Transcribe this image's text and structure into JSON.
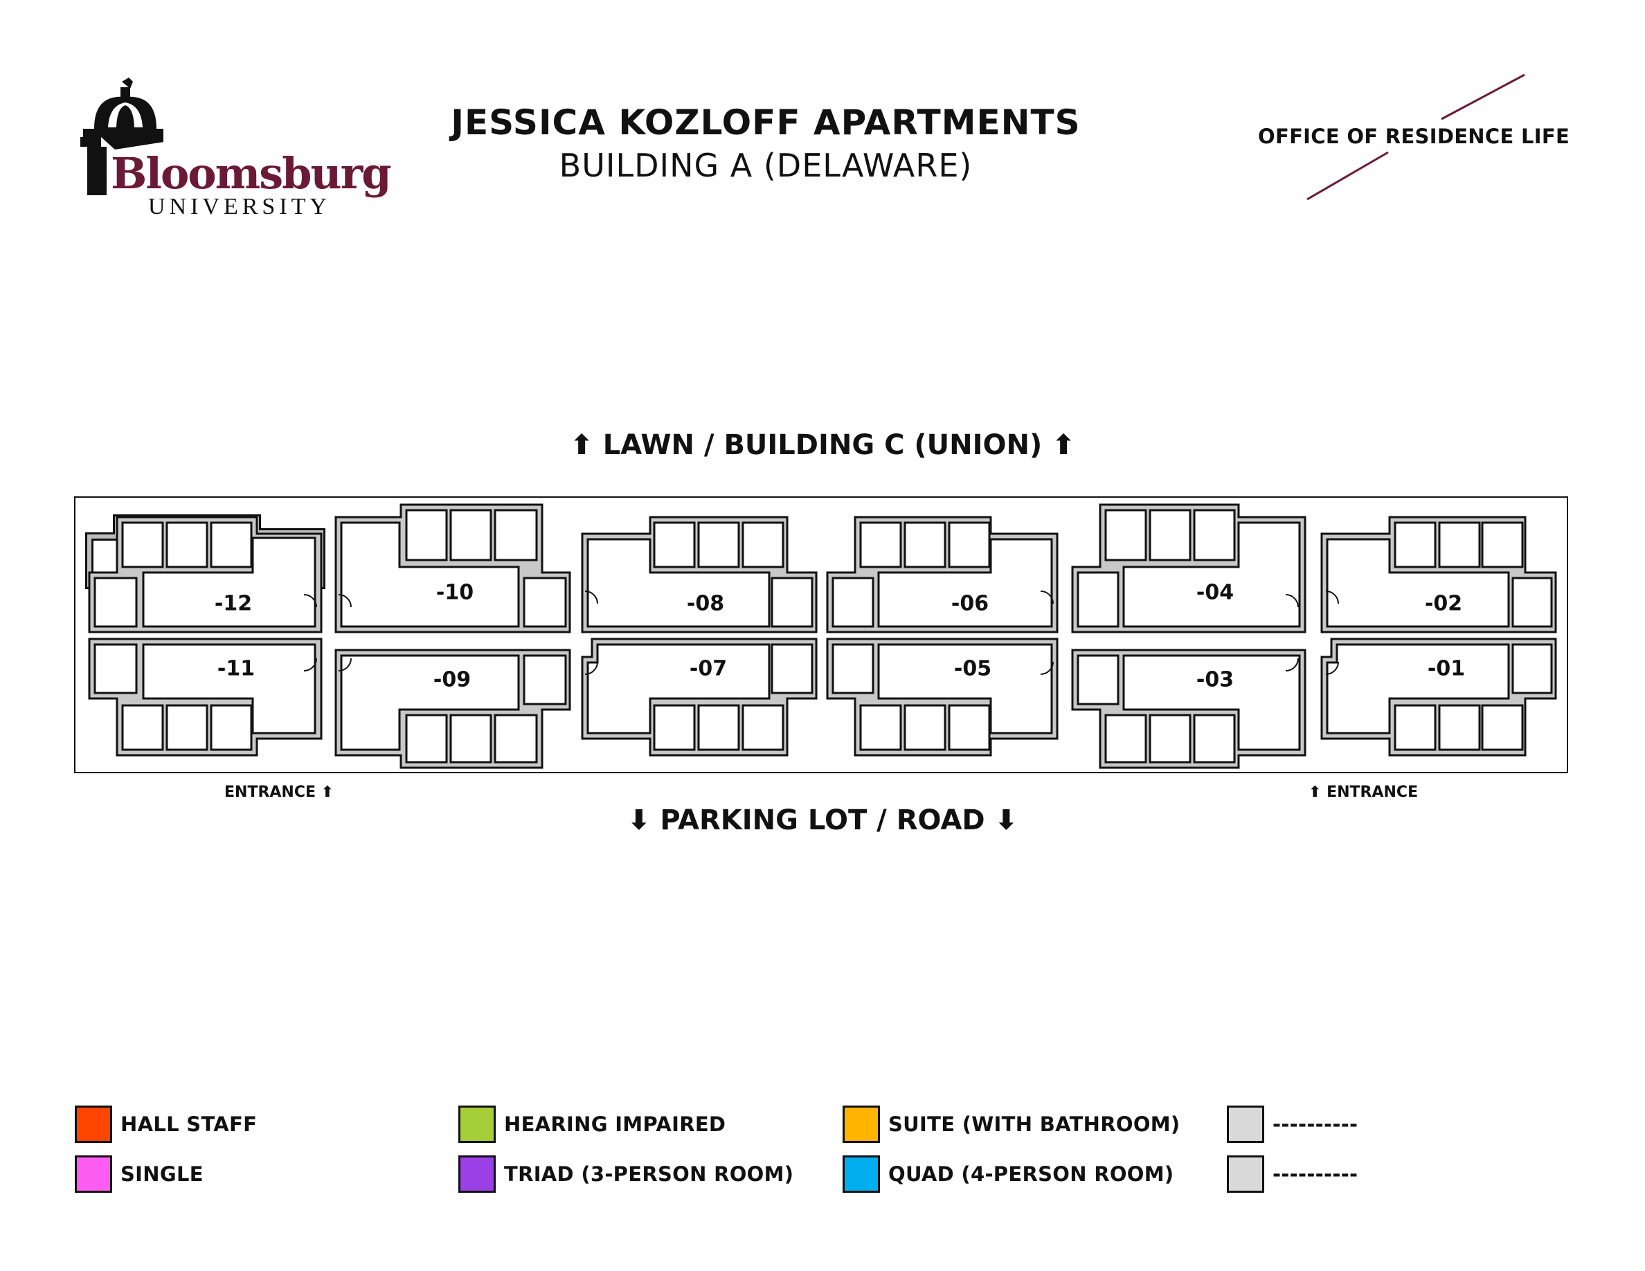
{
  "header": {
    "logo": {
      "name": "Bloomsburg",
      "sub": "UNIVERSITY",
      "brand_color": "#6b1a35"
    },
    "title": "JESSICA KOZLOFF APARTMENTS",
    "subtitle": "BUILDING A (DELAWARE)",
    "office": "OFFICE OF RESIDENCE LIFE",
    "office_accent": "#6b1a35"
  },
  "directions": {
    "top": "LAWN / BUILDING C (UNION)",
    "bottom": "PARKING LOT / ROAD",
    "entrance_left": "ENTRANCE",
    "entrance_right": "ENTRANCE"
  },
  "floor_plan": {
    "apartments_top_row": [
      "-12",
      "-10",
      "-08",
      "-06",
      "-04",
      "-02"
    ],
    "apartments_bottom_row": [
      "-11",
      "-09",
      "-07",
      "-05",
      "-03",
      "-01"
    ]
  },
  "legend": {
    "items": [
      {
        "label": "HALL STAFF",
        "color": "#ff4500"
      },
      {
        "label": "SINGLE",
        "color": "#ff5cf4"
      },
      {
        "label": "HEARING IMPAIRED",
        "color": "#a6ce39"
      },
      {
        "label": "TRIAD (3-PERSON ROOM)",
        "color": "#9b3fe6"
      },
      {
        "label": "SUITE (WITH BATHROOM)",
        "color": "#ffb400"
      },
      {
        "label": "QUAD (4-PERSON ROOM)",
        "color": "#00aeef"
      },
      {
        "label": "----------",
        "color": "#d9d9d9"
      },
      {
        "label": "----------",
        "color": "#d9d9d9"
      }
    ]
  }
}
